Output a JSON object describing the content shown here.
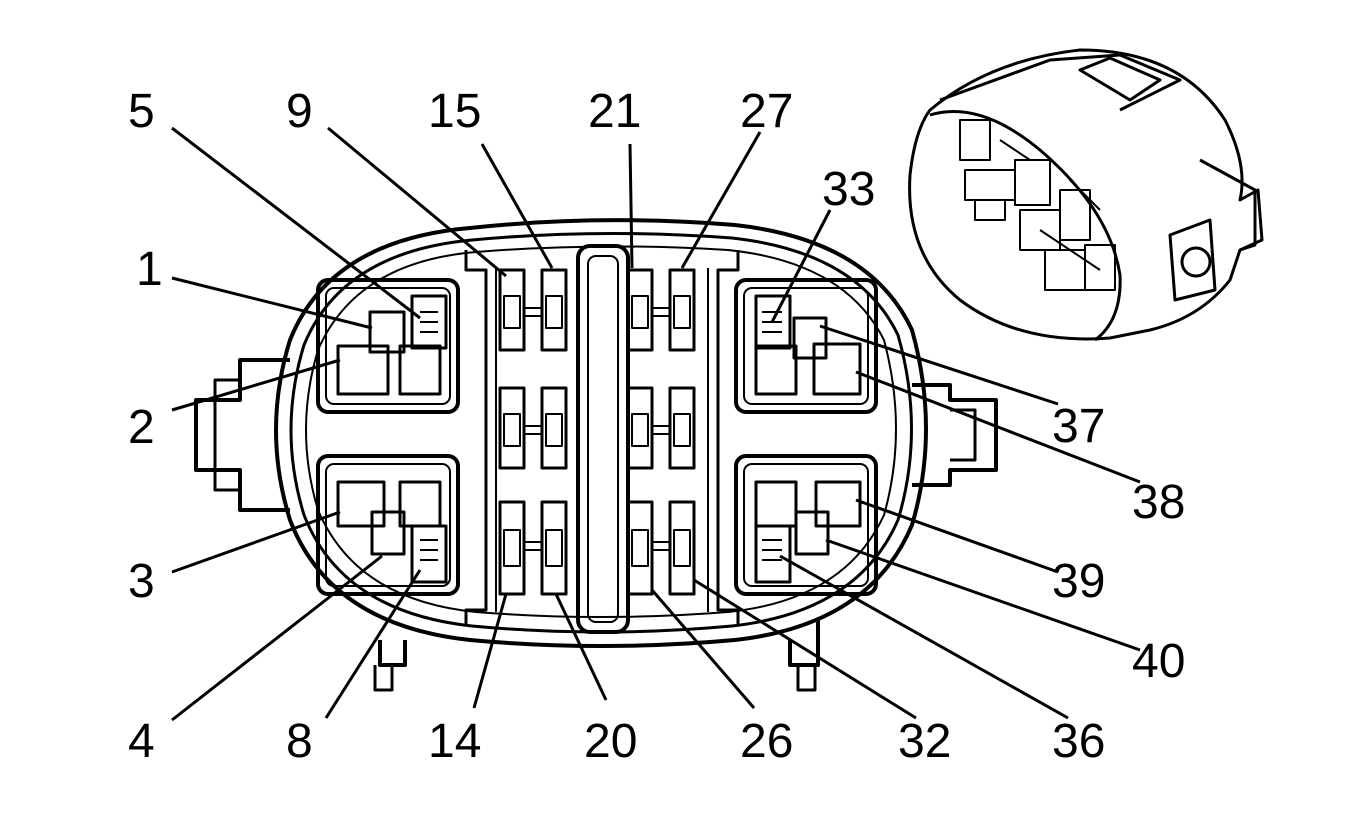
{
  "figure": {
    "pin_labels": [
      {
        "id": "5",
        "text": "5"
      },
      {
        "id": "9",
        "text": "9"
      },
      {
        "id": "15",
        "text": "15"
      },
      {
        "id": "21",
        "text": "21"
      },
      {
        "id": "27",
        "text": "27"
      },
      {
        "id": "33",
        "text": "33"
      },
      {
        "id": "1",
        "text": "1"
      },
      {
        "id": "2",
        "text": "2"
      },
      {
        "id": "3",
        "text": "3"
      },
      {
        "id": "4",
        "text": "4"
      },
      {
        "id": "8",
        "text": "8"
      },
      {
        "id": "14",
        "text": "14"
      },
      {
        "id": "20",
        "text": "20"
      },
      {
        "id": "26",
        "text": "26"
      },
      {
        "id": "32",
        "text": "32"
      },
      {
        "id": "36",
        "text": "36"
      },
      {
        "id": "37",
        "text": "37"
      },
      {
        "id": "38",
        "text": "38"
      },
      {
        "id": "39",
        "text": "39"
      },
      {
        "id": "40",
        "text": "40"
      }
    ]
  },
  "colors": {
    "line": "#000000",
    "background": "#ffffff"
  },
  "icons": [
    "connector-face",
    "connector-perspective-icon"
  ]
}
